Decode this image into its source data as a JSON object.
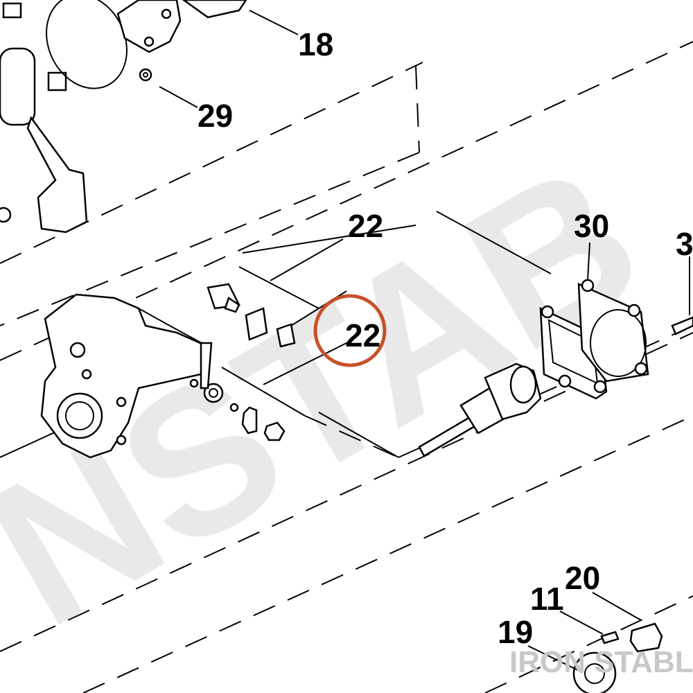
{
  "callouts": {
    "c18": "18",
    "c29": "29",
    "c22a": "22",
    "c22b": "22",
    "c30": "30",
    "c3": "3",
    "c20": "20",
    "c11": "11",
    "c19": "19"
  },
  "watermark_text": "NSTAB",
  "watermark_brand": "IRON STABLE",
  "highlight_color": "#c8502a",
  "watermark_color": "#e9e9e9"
}
